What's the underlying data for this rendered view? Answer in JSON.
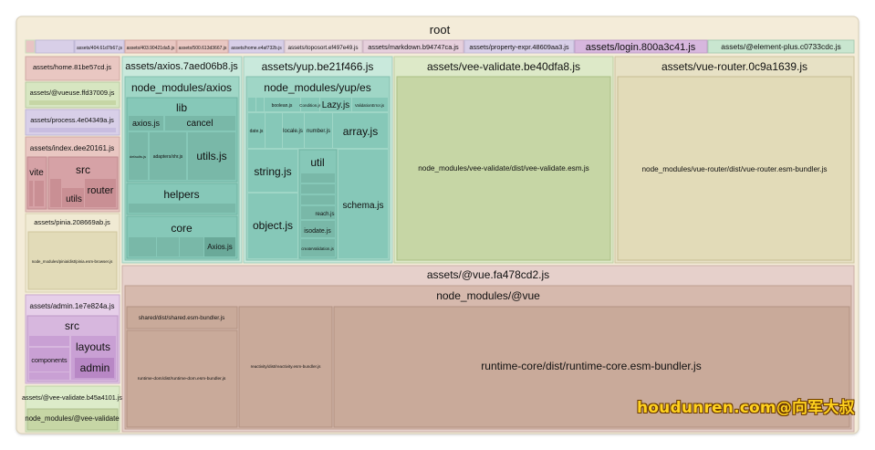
{
  "palette": {
    "frame": "#f4ecd9",
    "gray": "#e8e1cf",
    "pink": "#e9c7c2",
    "lavender": "#d8cfe8",
    "purple": "#d7b7de",
    "magenta": "#c9a0d4",
    "mint": "#c9e6d0",
    "green": "#d7e6c1",
    "teal": "#9fd6c6",
    "tealdark": "#86c8b8",
    "tealdeep": "#79b8a8",
    "olive": "#c6d6a5",
    "khaki": "#e2dbb8",
    "vueframe": "#e6d0cb",
    "tan": "#c9aa9a",
    "rose": "#d6a2a6",
    "rosedark": "#c98f94"
  },
  "root_label": "root",
  "top_strip": [
    "assets/404.61d7b67.js",
    "assets/403.90421da5.js",
    "assets/500.613d3667.js",
    "assets/home.e4af732b.js",
    "assets/toposort.ef497e49.js",
    "assets/markdown.b94747ca.js",
    "assets/property-expr.48609aa3.js",
    "assets/login.800a3c41.js",
    "assets/@element-plus.c0733cdc.js"
  ],
  "left_column": {
    "home": "assets/home.81be57cd.js",
    "vueuse": "assets/@vueuse.ffd37009.js",
    "process": "assets/process.4e04349a.js",
    "index": {
      "label": "assets/index.dee20161.js",
      "vite": "vite",
      "src": "src",
      "router": "router",
      "utils": "utils"
    },
    "pinia": {
      "label": "assets/pinia.208669ab.js",
      "inner": "node_modules/pinia/dist/pinia.esm-browser.js"
    },
    "admin": {
      "label": "assets/admin.1e7e824a.js",
      "src": "src",
      "layouts": "layouts",
      "components": "components",
      "admin": "admin"
    },
    "vee_validate_small": {
      "label": "assets/@vee-validate.b45a4101.js",
      "inner": "node_modules/@vee-validate"
    }
  },
  "axios": {
    "label": "assets/axios.7aed06b8.js",
    "node_modules": "node_modules/axios",
    "lib": "lib",
    "axios_js": "axios.js",
    "cancel": "cancel",
    "default_js": "defaults.js",
    "adapters": "adapters/xhr.js",
    "utils": "utils.js",
    "helpers": "helpers",
    "core": "core",
    "core_axios": "Axios.js"
  },
  "yup": {
    "label": "assets/yup.be21f466.js",
    "node_modules": "node_modules/yup/es",
    "boolean": "boolean.js",
    "condition": "Condition.js",
    "lazy": "Lazy.js",
    "validation_error": "ValidationError.js",
    "date": "date.js",
    "locale": "locale.js",
    "number": "number.js",
    "array": "array.js",
    "string": "string.js",
    "object": "object.js",
    "util": "util",
    "reach": "reach.js",
    "isodate": "isodate.js",
    "create_validation": "createValidation.js",
    "schema": "schema.js"
  },
  "vee_validate": {
    "label": "assets/vee-validate.be40dfa8.js",
    "inner": "node_modules/vee-validate/dist/vee-validate.esm.js"
  },
  "vue_router": {
    "label": "assets/vue-router.0c9a1639.js",
    "inner": "node_modules/vue-router/dist/vue-router.esm-bundler.js"
  },
  "vue": {
    "label": "assets/@vue.fa478cd2.js",
    "node_modules": "node_modules/@vue",
    "shared": "shared/dist/shared.esm-bundler.js",
    "runtime_dom": "runtime-dom/dist/runtime-dom.esm-bundler.js",
    "reactivity": "reactivity/dist/reactivity.esm-bundler.js",
    "runtime_core": "runtime-core/dist/runtime-core.esm-bundler.js"
  },
  "watermark": "houdunren.com@向军大叔"
}
